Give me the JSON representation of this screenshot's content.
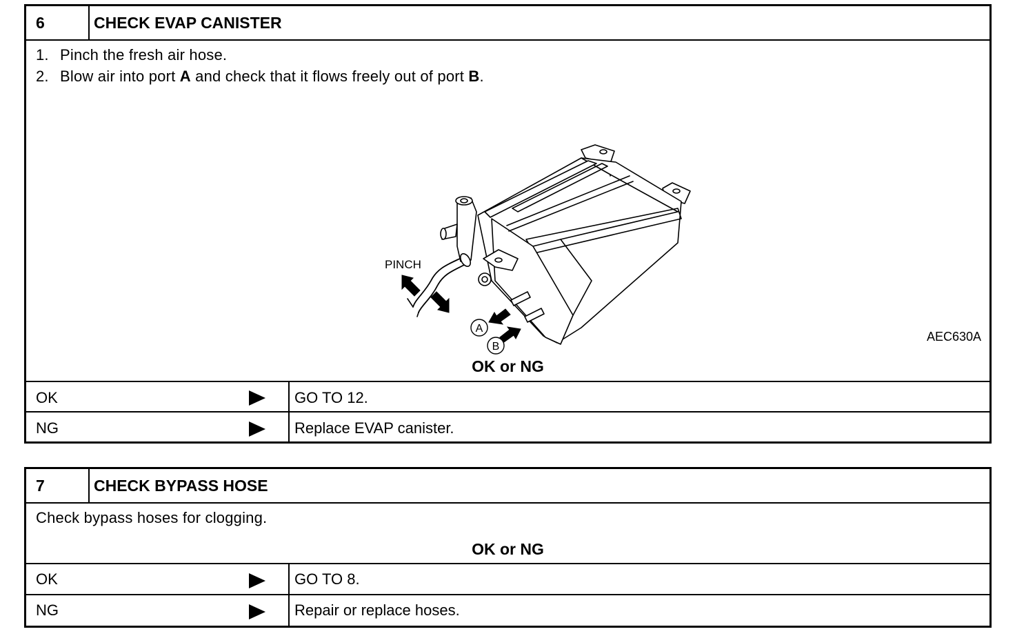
{
  "step6": {
    "number": "6",
    "title": "CHECK EVAP CANISTER",
    "instructions": [
      {
        "num": "1.",
        "parts": [
          {
            "text": "Pinch the fresh air hose.",
            "bold": false
          }
        ]
      },
      {
        "num": "2.",
        "parts": [
          {
            "text": "Blow air into port ",
            "bold": false
          },
          {
            "text": "A",
            "bold": true
          },
          {
            "text": " and check that it flows freely out of port ",
            "bold": false
          },
          {
            "text": "B",
            "bold": true
          },
          {
            "text": ".",
            "bold": false
          }
        ]
      }
    ],
    "figure": {
      "id": "AEC630A",
      "labels": {
        "pinch": "PINCH",
        "port_a": "A",
        "port_b": "B"
      }
    },
    "ok_or_ng": "OK or NG",
    "results": [
      {
        "label": "OK",
        "action": "GO TO 12."
      },
      {
        "label": "NG",
        "action": "Replace EVAP canister."
      }
    ]
  },
  "step7": {
    "number": "7",
    "title": "CHECK BYPASS HOSE",
    "instruction": "Check bypass hoses for clogging.",
    "ok_or_ng": "OK or NG",
    "results": [
      {
        "label": "OK",
        "action": "GO TO 8."
      },
      {
        "label": "NG",
        "action": "Repair or replace hoses."
      }
    ]
  },
  "icons": {
    "result_arrow": "right-triangle-arrow-icon"
  },
  "colors": {
    "ink": "#000000",
    "paper": "#ffffff"
  }
}
